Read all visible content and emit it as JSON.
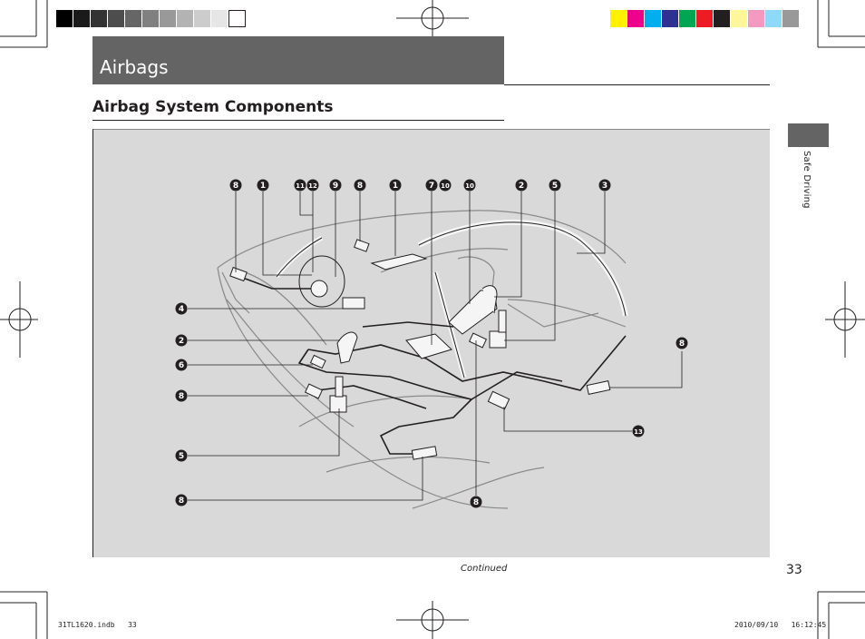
{
  "header": {
    "title": "Airbags"
  },
  "section": {
    "title": "Airbag System Components"
  },
  "side_tab": {
    "label": "Safe Driving"
  },
  "footer": {
    "continued": "Continued",
    "page_number": "33",
    "file_info": "31TL1620.indb   33",
    "timestamp": "2010/09/10   16:12:45"
  },
  "colors": {
    "header_bg": "#646464",
    "panel_bg": "#d9d9d9",
    "ink": "#231f20"
  },
  "grayscale_bar": [
    "#000000",
    "#1a1a1a",
    "#333333",
    "#4d4d4d",
    "#666666",
    "#808080",
    "#999999",
    "#b3b3b3",
    "#cccccc",
    "#e6e6e6",
    "#ffffff"
  ],
  "color_bar": [
    "#fff100",
    "#ec008c",
    "#00aeef",
    "#2e3192",
    "#00a651",
    "#ed1c24",
    "#231f20",
    "#fff799",
    "#f49ac1",
    "#8ed8f8",
    "#999999"
  ],
  "callouts": {
    "top": [
      "8",
      "1",
      "11",
      "12",
      "9",
      "8",
      "1",
      "7",
      "10",
      "10",
      "2",
      "5",
      "3"
    ],
    "left": [
      "4",
      "2",
      "6",
      "8",
      "5",
      "8"
    ],
    "right": [
      "8",
      "13"
    ],
    "bottom": [
      "8"
    ]
  }
}
